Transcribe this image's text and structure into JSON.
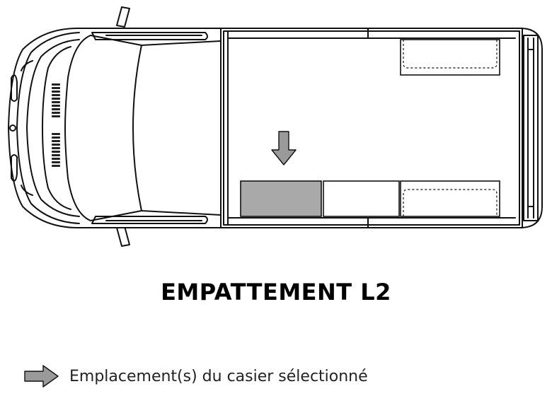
{
  "title": "EMPATTEMENT L2",
  "legend": {
    "label": "Emplacement(s) du casier sélectionné",
    "icon": "arrow-right-icon"
  },
  "colors": {
    "selected_fill": "#a9a9a9",
    "arrow_fill": "#9a9a9a",
    "outline": "#111111"
  },
  "lockers": [
    {
      "row": "bottom",
      "slot": 1,
      "selected": true
    },
    {
      "row": "bottom",
      "slot": 2,
      "selected": false
    },
    {
      "row": "bottom",
      "slot": 3,
      "selected": false
    },
    {
      "row": "top",
      "slot": 3,
      "selected": false
    }
  ]
}
